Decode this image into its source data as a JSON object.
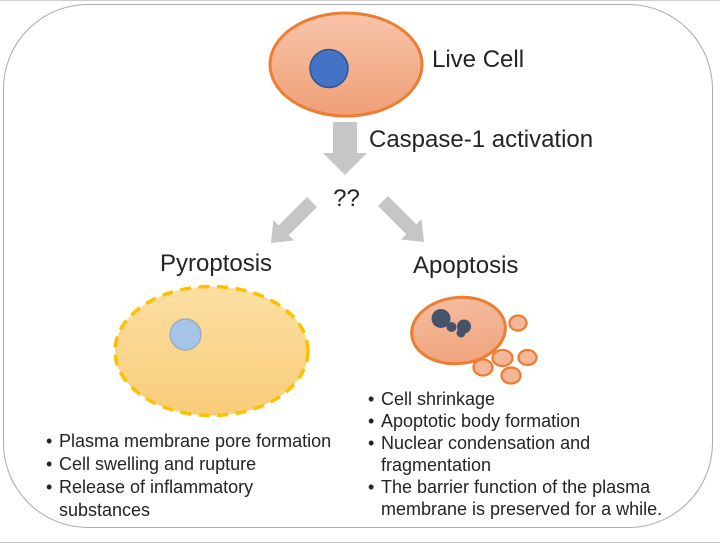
{
  "glyphs": {
    "bullet": "•"
  },
  "labels": {
    "live_cell": "Live Cell",
    "caspase": "Caspase-1 activation",
    "question": "??"
  },
  "pyroptosis": {
    "title": "Pyroptosis",
    "bullets": [
      "Plasma membrane pore formation",
      "Cell swelling and rupture",
      "Release of inflammatory substances"
    ]
  },
  "apoptosis": {
    "title": "Apoptosis",
    "bullets": [
      "Cell shrinkage",
      "Apoptotic body formation",
      "Nuclear condensation and fragmentation",
      "The barrier function of the plasma membrane is preserved for a while."
    ]
  },
  "colors": {
    "cell_border_orange": "#ED7D31",
    "live_cell_fill_top": "#F8C4AA",
    "live_cell_fill_bottom": "#EFA077",
    "nucleus_blue": "#4472C4",
    "nucleus_blue_border": "#2F5597",
    "pyroptosis_fill_top": "#FCDFA2",
    "pyroptosis_fill_bottom": "#F8CC79",
    "pyroptosis_border_dashed": "#FFC000",
    "pyroptosis_nucleus": "#A5C4E7",
    "pyroptosis_nucleus_border": "#93A9C4",
    "apoptosis_fill_top": "#F5BC9E",
    "apoptosis_fill_bottom": "#F0A47E",
    "apoptotic_body_fill": "#F4B79A",
    "nuclear_fragment_navy": "#44546A",
    "arrow_gray": "#C6C6C6",
    "frame_gray": "#ABABAB",
    "text_dark": "#242424"
  }
}
